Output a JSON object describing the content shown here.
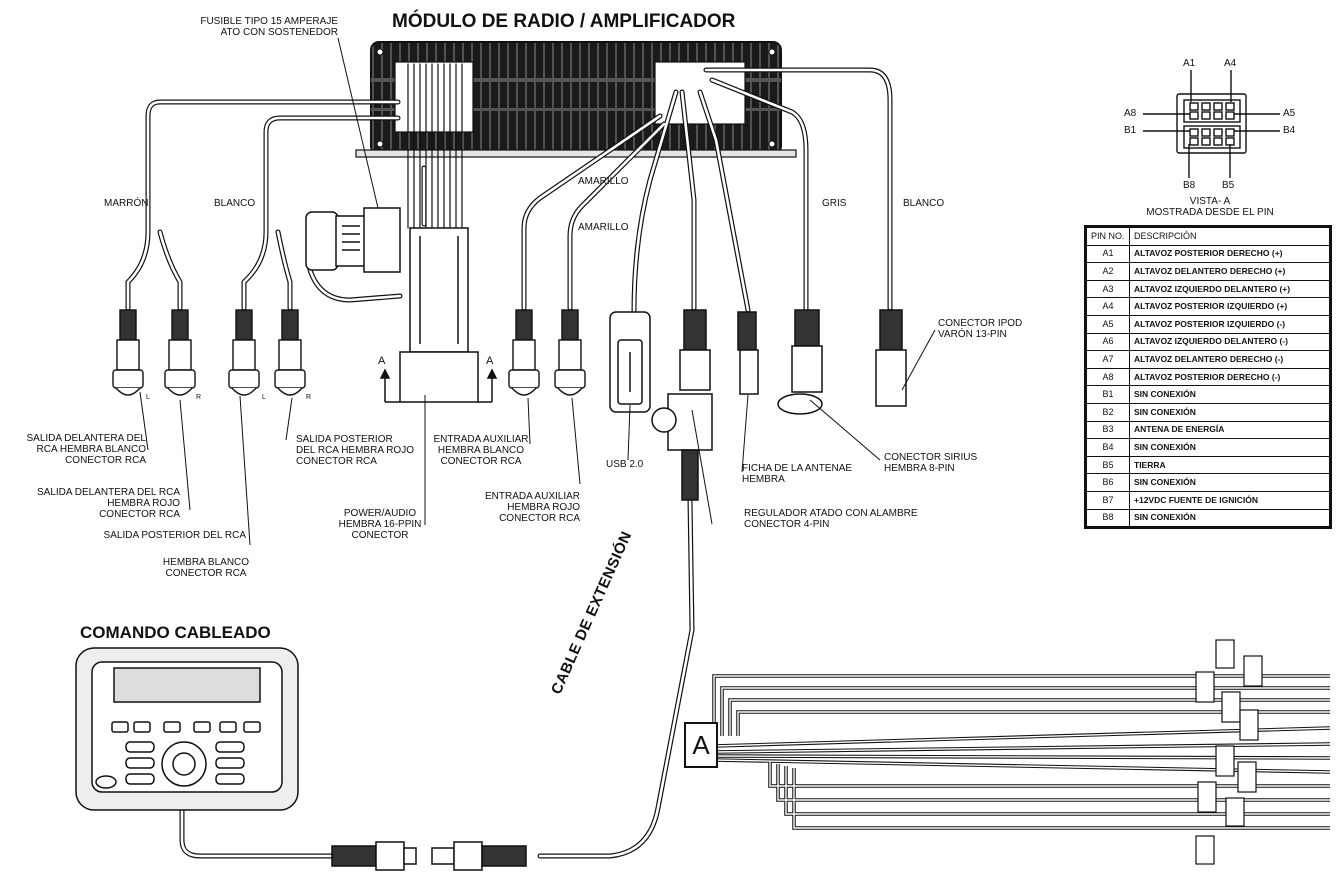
{
  "titles": {
    "module": "MÓDULO DE RADIO / AMPLIFICADOR",
    "remote": "COMANDO CABLEADO",
    "extension_cable": "CABLE DE EXTENSIÓN"
  },
  "labels": {
    "fuse_1": "FUSIBLE TIPO 15 AMPERAJE",
    "fuse_2": "ATO CON SOSTENEDOR",
    "marron": "MARRÓN",
    "blanco_left": "BLANCO",
    "amarillo_1": "AMARILLO",
    "amarillo_2": "AMARILLO",
    "gris": "GRIS",
    "blanco_right": "BLANCO",
    "ipod_1": "CONECTOR IPOD",
    "ipod_2": "VARÓN 13-PIN",
    "sirius_1": "CONECTOR SIRIUS",
    "sirius_2": "HEMBRA 8-PIN",
    "usb": "USB 2.0",
    "antenna_1": "FICHA DE LA ANTENAE",
    "antenna_2": "HEMBRA",
    "regulator_1": "REGULADOR ATADO CON ALAMBRE",
    "regulator_2": "CONECTOR 4-PIN",
    "front_white_1": "SALIDA DELANTERA DEL",
    "front_white_2": "RCA HEMBRA BLANCO",
    "front_white_3": "CONECTOR RCA",
    "front_red_1": "SALIDA DELANTERA DEL RCA",
    "front_red_2": "HEMBRA ROJO",
    "front_red_3": "CONECTOR RCA",
    "rear_white_1": "SALIDA POSTERIOR DEL RCA",
    "rear_white_2": "HEMBRA BLANCO",
    "rear_white_3": "CONECTOR RCA",
    "rear_red_1": "SALIDA POSTERIOR",
    "rear_red_2": "DEL RCA HEMBRA ROJO",
    "rear_red_3": "CONECTOR RCA",
    "aux_white_1": "ENTRADA AUXILIAR",
    "aux_white_2": "HEMBRA BLANCO",
    "aux_white_3": "CONECTOR RCA",
    "aux_red_1": "ENTRADA AUXILIAR",
    "aux_red_2": "HEMBRA ROJO",
    "aux_red_3": "CONECTOR RCA",
    "power_1": "POWER/AUDIO",
    "power_2": "HEMBRA 16-pPIN",
    "power_3": "CONECTOR",
    "view_1": "VISTA- A",
    "view_2": "MOSTRADA DESDE EL PIN",
    "conn_a": "A",
    "arrow_a_left": "A",
    "arrow_a_right": "A",
    "rca_l_1": "L",
    "rca_r_1": "R",
    "rca_l_2": "L",
    "rca_r_2": "R"
  },
  "pin_labels": {
    "a1": "A1",
    "a4": "A4",
    "a8": "A8",
    "a5": "A5",
    "b1": "B1",
    "b4": "B4",
    "b8": "B8",
    "b5": "B5"
  },
  "pin_table": {
    "header_no": "PIN  NO.",
    "header_desc": "DESCRIPCIÓN",
    "rows": [
      {
        "no": "A1",
        "desc": "ALTAVOZ POSTERIOR DERECHO (+)"
      },
      {
        "no": "A2",
        "desc": "ALTAVOZ DELANTERO DERECHO (+)"
      },
      {
        "no": "A3",
        "desc": "ALTAVOZ IZQUIERDO DELANTERO (+)"
      },
      {
        "no": "A4",
        "desc": "ALTAVOZ POSTERIOR IZQUIERDO (+)"
      },
      {
        "no": "A5",
        "desc": "ALTAVOZ POSTERIOR IZQUIERDO (-)"
      },
      {
        "no": "A6",
        "desc": "ALTAVOZ IZQUIERDO DELANTERO (-)"
      },
      {
        "no": "A7",
        "desc": "ALTAVOZ DELANTERO DERECHO (-)"
      },
      {
        "no": "A8",
        "desc": "ALTAVOZ POSTERIOR DERECHO (-)"
      },
      {
        "no": "B1",
        "desc": "SIN CONEXIÓN"
      },
      {
        "no": "B2",
        "desc": "SIN CONEXIÓN"
      },
      {
        "no": "B3",
        "desc": "ANTENA DE ENERGÍA"
      },
      {
        "no": "B4",
        "desc": "SIN CONEXIÓN"
      },
      {
        "no": "B5",
        "desc": "TIERRA"
      },
      {
        "no": "B6",
        "desc": "SIN CONEXIÓN"
      },
      {
        "no": "B7",
        "desc": "+12VDC FUENTE DE IGNICIÓN"
      },
      {
        "no": "B8",
        "desc": "SIN CONEXIÓN"
      }
    ]
  }
}
